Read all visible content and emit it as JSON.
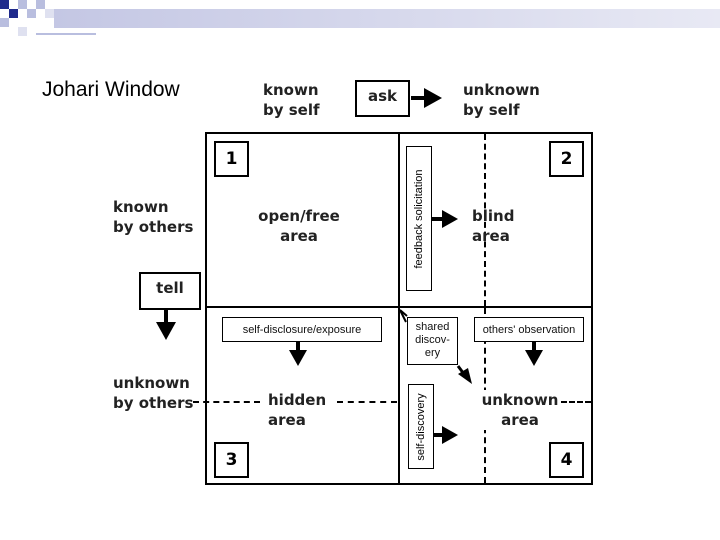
{
  "title": "Johari Window",
  "header": {
    "known_by_self": [
      "known",
      "by self"
    ],
    "ask": "ask",
    "unknown_by_self": [
      "unknown",
      "by self"
    ]
  },
  "left": {
    "known_by_others": [
      "known",
      "by others"
    ],
    "tell": "tell",
    "unknown_by_others": [
      "unknown",
      "by others"
    ]
  },
  "quadrants": {
    "q1": {
      "number": "1",
      "label": [
        "open/free",
        "area"
      ]
    },
    "q2": {
      "number": "2",
      "label": [
        "blind",
        "area"
      ]
    },
    "q3": {
      "number": "3",
      "label": [
        "hidden",
        "area"
      ]
    },
    "q4": {
      "number": "4",
      "label": [
        "unknown",
        "area"
      ]
    }
  },
  "boxes": {
    "feedback_solicitation": "feedback solicitation",
    "self_disclosure": "self-disclosure/exposure",
    "shared_discovery": [
      "shared",
      "discov-",
      "ery"
    ],
    "others_observation": "others' observation",
    "self_discovery": "self-discovery"
  },
  "colors": {
    "slide_squares": [
      "#1f2a8c",
      "#b9bedf"
    ],
    "slide_bar": "#cfd1e8"
  }
}
